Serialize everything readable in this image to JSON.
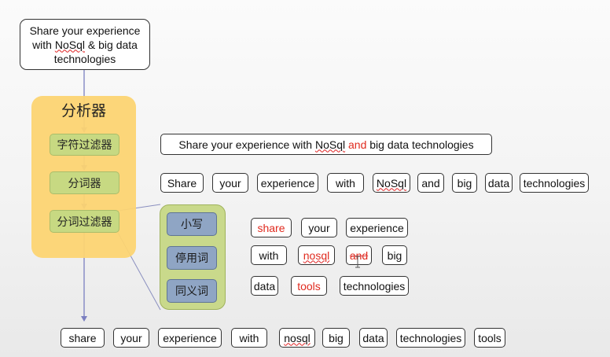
{
  "input_text": {
    "line1": "Share your experience",
    "line2_a": "with ",
    "line2_nosql": "NoSql",
    "line2_b": " & big data",
    "line3": "technologies"
  },
  "analyzer": {
    "title": "分析器",
    "stages": [
      "字符过滤器",
      "分词器",
      "分词过滤器"
    ]
  },
  "token_filters": [
    "小写",
    "停用词",
    "同义词"
  ],
  "after_char_filter": {
    "part1": "Share your experience with ",
    "nosql": "NoSql",
    "space1": " ",
    "and_word": "and",
    "part2": " big data technologies",
    "highlight_color": "#e02a1e"
  },
  "tokenizer_output": [
    "Share",
    "your",
    "experience",
    "with",
    "NoSql",
    "and",
    "big",
    "data",
    "technologies"
  ],
  "filter_output": {
    "row1": [
      "share",
      "your",
      "experience"
    ],
    "row2": [
      "with",
      "nosql",
      "and",
      "big"
    ],
    "row3": [
      "data",
      "tools",
      "technologies"
    ]
  },
  "final_output": [
    "share",
    "your",
    "experience",
    "with",
    "nosql",
    "big",
    "data",
    "technologies",
    "tools"
  ],
  "colors": {
    "analyzer_fill": "#fcd472",
    "stage_fill": "#c7d982",
    "filter_fill": "#8fa5c4",
    "highlight": "#e02a1e"
  }
}
